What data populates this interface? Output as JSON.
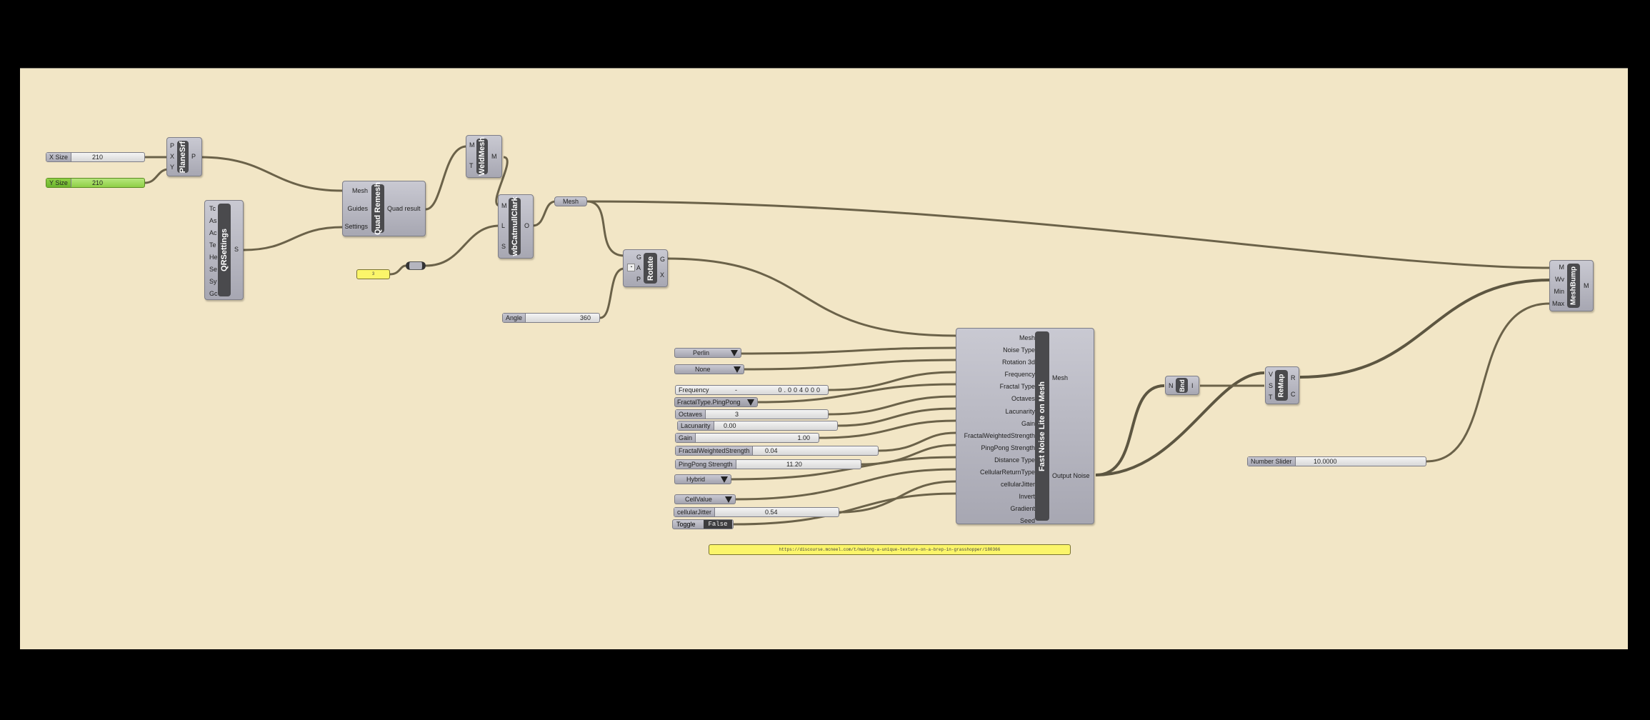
{
  "canvas": {
    "background": "#f2e6c6",
    "wire_color": "#6b6249"
  },
  "sliders": {
    "x_size": {
      "label": "X Size",
      "value": "210"
    },
    "y_size": {
      "label": "Y Size",
      "value": "210"
    },
    "angle": {
      "label": "Angle",
      "value": "360"
    },
    "frequency": {
      "label": "Frequency",
      "value": "0.004000",
      "prefix": "-"
    },
    "octaves": {
      "label": "Octaves",
      "value": "3"
    },
    "lacunarity": {
      "label": "Lacunarity",
      "value": "0.00"
    },
    "gain": {
      "label": "Gain",
      "value": "1.00"
    },
    "fractal_weighted_strength": {
      "label": "FractalWeightedStrength",
      "value": "0.04"
    },
    "pingpong_strength": {
      "label": "PingPong Strength",
      "value": "11.20"
    },
    "cellular_jitter": {
      "label": "cellularJitter",
      "value": "0.54"
    },
    "number_slider": {
      "label": "Number Slider",
      "value": "10.0000"
    }
  },
  "dropdowns": {
    "noise_type": "Perlin",
    "rotation": "None",
    "fractal_type": "FractalType.PingPong",
    "distance_type": "Hybrid",
    "cellular_return": "CellValue"
  },
  "toggle": {
    "label": "Toggle",
    "value": "False"
  },
  "panels": {
    "number_panel": "3",
    "url_panel": "https://discourse.mcneel.com/t/making-a-unique-texture-on-a-brep-in-grasshopper/180366"
  },
  "params": {
    "mesh": "Mesh"
  },
  "components": {
    "plane_srf": {
      "name": "PlaneSrf",
      "inputs": [
        "P",
        "X",
        "Y"
      ],
      "outputs": [
        "P"
      ]
    },
    "qr_settings": {
      "name": "QRSettings",
      "inputs": [
        "Tc",
        "As",
        "Ac",
        "Te",
        "He",
        "Se",
        "Sy",
        "Gc"
      ],
      "outputs": [
        "S"
      ]
    },
    "quad_remesh": {
      "name": "Quad Remesh",
      "inputs": [
        "Mesh",
        "Guides",
        "Settings"
      ],
      "outputs": [
        "Quad result"
      ]
    },
    "weld_mesh": {
      "name": "WeldMesh",
      "inputs": [
        "M",
        "T"
      ],
      "outputs": [
        "M"
      ]
    },
    "catmull_clark": {
      "name": "wbCatmullClark",
      "inputs": [
        "M",
        "L",
        "S"
      ],
      "outputs": [
        "O"
      ]
    },
    "rotate": {
      "name": "Rotate",
      "inputs": [
        "G",
        "A",
        "P"
      ],
      "outputs": [
        "G",
        "X"
      ]
    },
    "fast_noise": {
      "name": "Fast Noise Lite on Mesh",
      "inputs": [
        "Mesh",
        "Noise Type",
        "Rotation 3d",
        "Frequency",
        "Fractal Type",
        "Octaves",
        "Lacunarity",
        "Gain",
        "FractalWeightedStrength",
        "PingPong Strength",
        "Distance Type",
        "CellularReturnType",
        "cellularJitter",
        "Invert",
        "Gradient",
        "Seed"
      ],
      "outputs": [
        "Mesh",
        "Output Noise"
      ]
    },
    "bnd": {
      "name": "Bnd",
      "inputs": [
        "N"
      ],
      "outputs": [
        "I"
      ]
    },
    "remap": {
      "name": "ReMap",
      "inputs": [
        "V",
        "S",
        "T"
      ],
      "outputs": [
        "R",
        "C"
      ]
    },
    "mesh_bump": {
      "name": "MeshBump",
      "inputs": [
        "M",
        "Wv",
        "Min",
        "Max"
      ],
      "outputs": [
        "M"
      ]
    }
  }
}
